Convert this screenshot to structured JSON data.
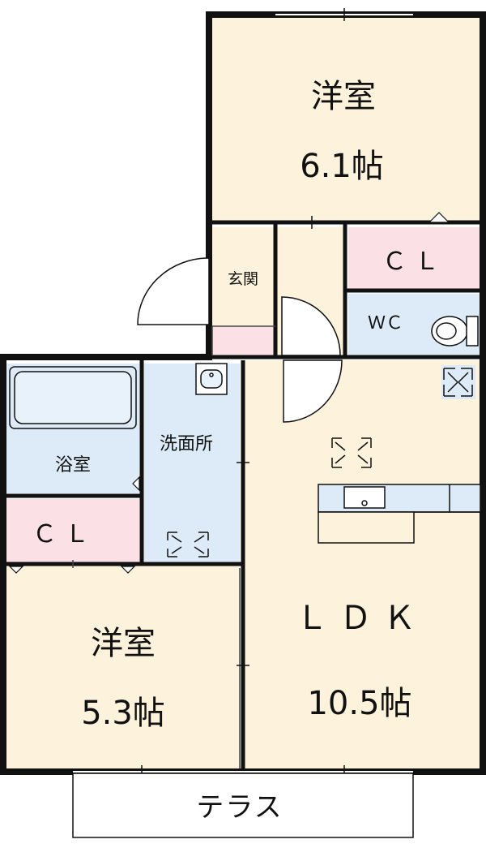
{
  "rooms": {
    "western_room_top": {
      "name": "洋室",
      "size": "6.1帖"
    },
    "closet_top": {
      "label": "ＣＬ"
    },
    "entrance": {
      "label": "玄関"
    },
    "toilet": {
      "label": "ＷＣ"
    },
    "bathroom": {
      "label": "浴室"
    },
    "washroom": {
      "label": "洗面所"
    },
    "closet_left": {
      "label": "ＣＬ"
    },
    "western_room_bottom": {
      "name": "洋室",
      "size": "5.3帖"
    },
    "ldk": {
      "name": "ＬＤＫ",
      "size": "10.5帖"
    },
    "terrace": {
      "label": "テラス"
    }
  },
  "colors": {
    "room_floor": "#fdf3dc",
    "wet_area": "#dcebf7",
    "closet": "#fbe0e6",
    "wall": "#111111"
  }
}
